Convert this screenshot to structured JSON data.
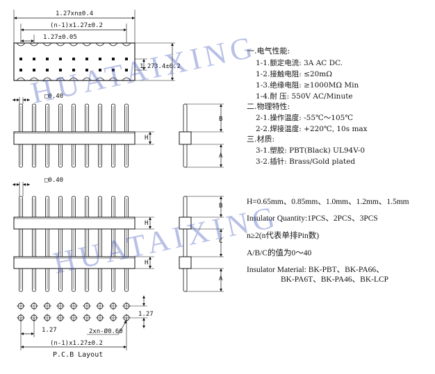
{
  "dimensions": {
    "overall_width": "1.27xn±0.4",
    "pitch_span": "(n-1)x1.27±0.2",
    "pitch": "1.27±0.05",
    "row_pitch": "1.27",
    "body_width": "3.4±0.2",
    "pin_square_top": "□0.40",
    "pin_square_mid": "□0.40",
    "label_h1": "H",
    "label_h2": "H",
    "label_h3": "H",
    "label_b1": "B",
    "label_a1": "A",
    "label_b2": "B",
    "label_c": "C",
    "label_a2": "A"
  },
  "pcb": {
    "pitch_x": "1.27",
    "pitch_y": "1.27",
    "hole": "2xn-Ø0.60",
    "span": "(n-1)x1.27±0.2",
    "caption": "P.C.B Layout"
  },
  "specs": {
    "electrical_title": "一.电气性能:",
    "rated_current": "1-1.额定电流: 3A AC DC.",
    "contact_resistance": "1-2.接触电阻: ≤20mΩ",
    "insulation_resistance": "1-3.绝缘电阻: ≥1000MΩ Min",
    "withstand_voltage": "1-4.耐     压: 550V AC/Minute",
    "physical_title": "二.物理特性:",
    "operating_temp": "2-1.操作温度: -55℃～105℃",
    "soldering_temp": "2-2.焊接温度: +220℃, 10s max",
    "material_title": "三.材质:",
    "plastic": "3-1.塑胶: PBT(Black) UL94V-0",
    "pin_material": "3-2.插针: Brass/Gold plated"
  },
  "notes": {
    "h_values": "H=0.65mm、0.85mm、1.0mm、1.2mm、1.5mm",
    "insulator_qty": "Insulator Quantity:1PCS、2PCS、3PCS",
    "n_note": "n≥2(n代表单排Pin数)",
    "abc_note": "A/B/C的值为0～40",
    "material_line1": "Insulator Material: BK-PBT、BK-PA66、",
    "material_line2": "BK-PA6T、BK-PA46、BK-LCP"
  },
  "watermark": {
    "text_top": "HUATAIXING",
    "text_bottom": "HUATAIXING"
  },
  "colors": {
    "line": "#111111",
    "watermark": "#4a5fc0"
  }
}
